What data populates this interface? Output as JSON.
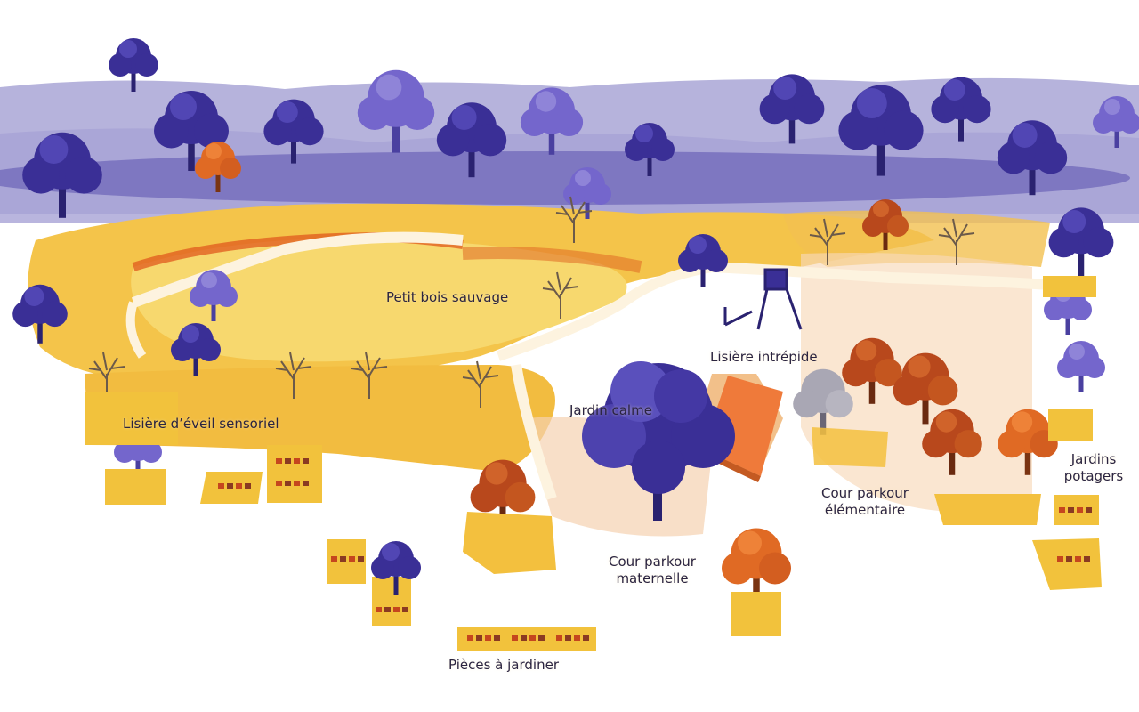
{
  "map": {
    "labels": {
      "petit_bois": "Petit bois sauvage",
      "lisiere_intrepide": "Lisière intrépide",
      "lisiere_eveil": "Lisière d’éveil sensoriel",
      "jardin_calme": "Jardin calme",
      "cour_elementaire_1": "Cour parkour",
      "cour_elementaire_2": "élémentaire",
      "jardins_potagers_1": "Jardins",
      "jardins_potagers_2": "potagers",
      "cour_maternelle_1": "Cour parkour",
      "cour_maternelle_2": "maternelle",
      "pieces_jardiner": "Pièces à jardiner"
    }
  },
  "colors": {
    "background": "#ffffff",
    "distant_hills": "#b6b3dc",
    "tree_violet": "#3a2f96",
    "tree_violet_light": "#6e5fc4",
    "tree_grey": "#9a98a6",
    "tree_rust": "#b8481c",
    "tree_orange": "#e06a24",
    "meadow_yellow": "#f4c44a",
    "meadow_gold": "#eeaa30",
    "planter_yellow": "#f2c23c",
    "path": "#fdf3df",
    "roof": "#ef7a3a",
    "label_text": "#2b2440"
  }
}
